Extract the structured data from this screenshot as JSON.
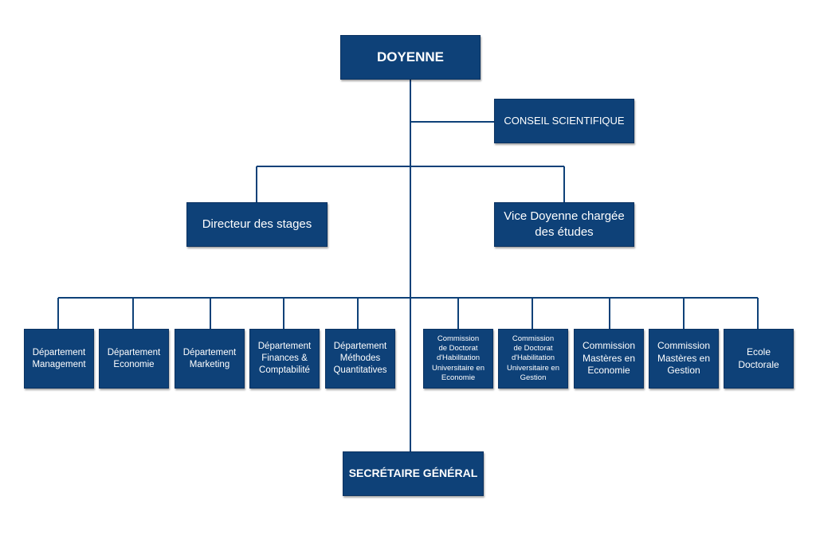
{
  "chart": {
    "line_color": "#0e4178",
    "box_color": "#0e4178",
    "text_color": "#ffffff"
  },
  "nodes": {
    "doyenne": "DOYENNE",
    "conseil": "CONSEIL SCIENTIFIQUE",
    "directeur_stages": "Directeur des stages",
    "vice_doyenne": "Vice Doyenne chargée\ndes études",
    "secretaire": "SECRÉTAIRE GÉNÉRAL"
  },
  "departments": [
    "Département\nManagement",
    "Département\nEconomie",
    "Département\nMarketing",
    "Département\nFinances &\nComptabilité",
    "Département\nMéthodes\nQuantitatives"
  ],
  "commissions": [
    "Commission\nde Doctorat\nd'Habilitation\nUniversitaire en\nEconomie",
    "Commission\nde Doctorat\nd'Habilitation\nUniversitaire en\nGestion",
    "Commission\nMastères en\nEconomie",
    "Commission\nMastères en\nGestion",
    "Ecole\nDoctorale"
  ]
}
